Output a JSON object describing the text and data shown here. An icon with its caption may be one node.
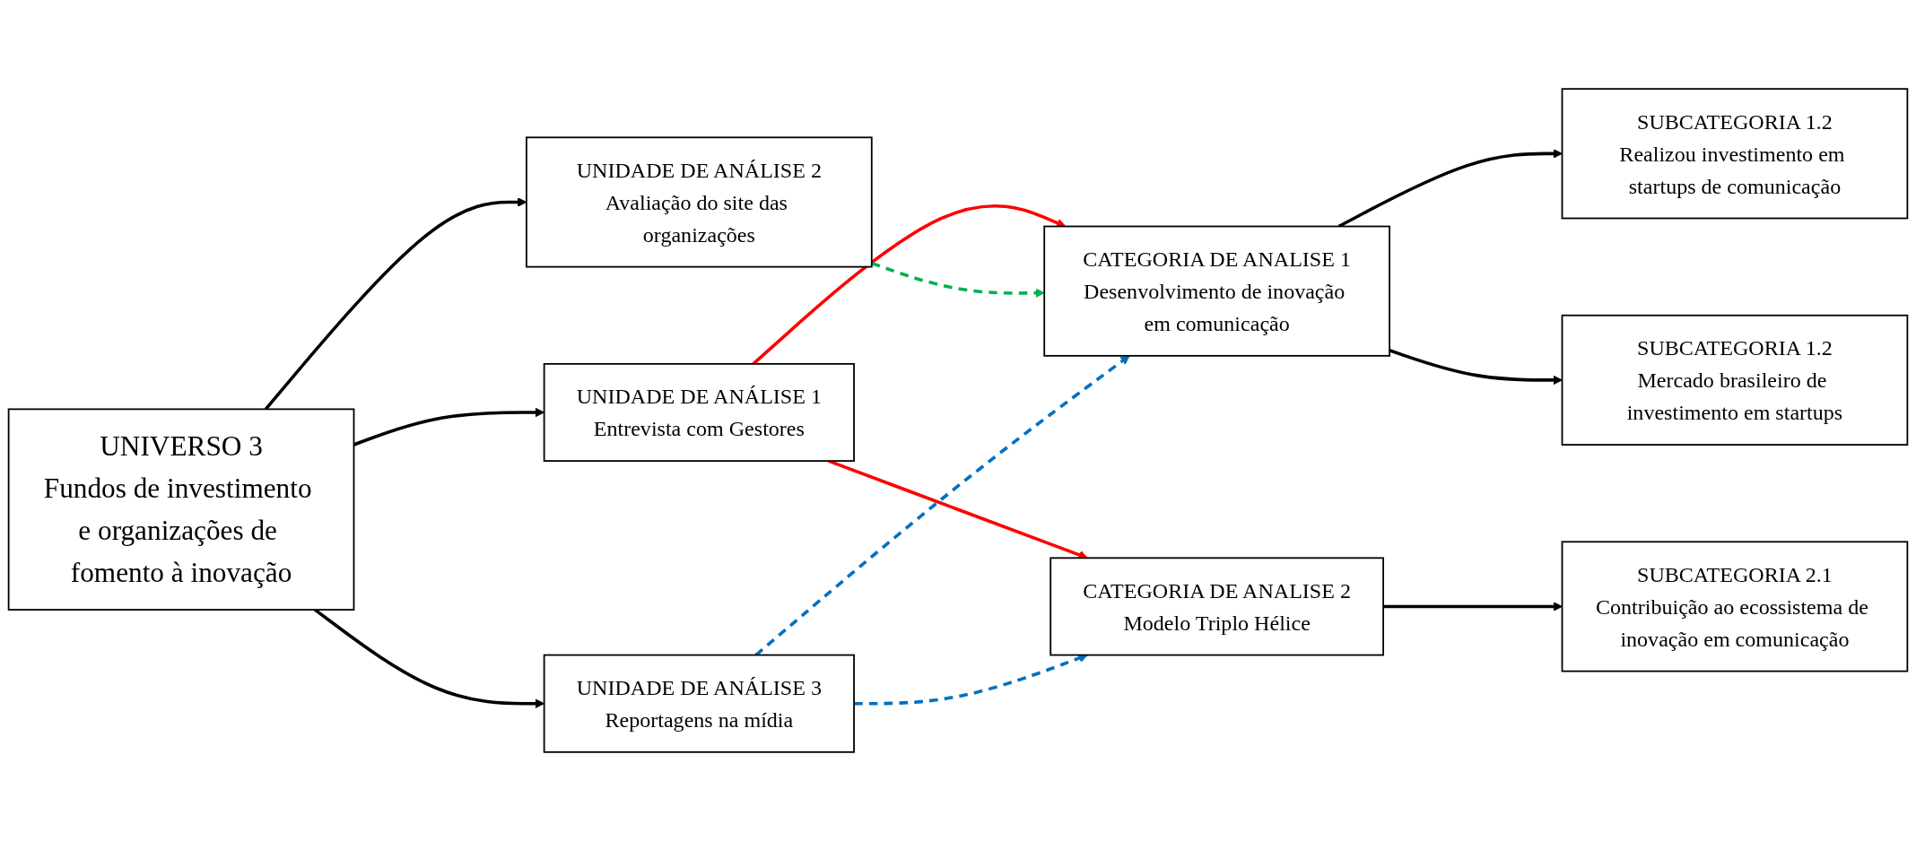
{
  "diagram": {
    "nodes": [
      {
        "text": [
          "UNIVERSO 3",
          "Fundos de investimento e organizações de fomento à inovação"
        ]
      },
      {
        "text": [
          "UNIDADE DE ANÁLISE 1",
          "Entrevista com Gestores"
        ]
      },
      {
        "text": [
          "UNIDADE DE ANÁLISE 2",
          "Avaliação do site das organizações"
        ]
      },
      {
        "text": [
          "UNIDADE DE ANÁLISE 3",
          "Reportagens na mídia"
        ]
      },
      {
        "text": [
          "CATEGORIA DE ANALISE 1",
          "Desenvolvimento de inovação em comunicação"
        ]
      },
      {
        "text": [
          "CATEGORIA DE ANALISE 2",
          "Modelo Triplo Hélice"
        ]
      },
      {
        "text": [
          "SUBCATEGORIA 1.2",
          "Realizou investimento em startups de comunicação"
        ]
      },
      {
        "text": [
          "SUBCATEGORIA 1.2",
          "Mercado brasileiro de investimento em startups"
        ]
      },
      {
        "text": [
          "SUBCATEGORIA 2.1",
          "Contribuição ao ecossistema de inovação em comunicação"
        ]
      }
    ],
    "edges": [
      {
        "from": 0,
        "to": 1,
        "arrow": "to"
      },
      {
        "from": 0,
        "to": 2,
        "arrow": "to"
      },
      {
        "from": 0,
        "to": 3,
        "arrow": "to"
      },
      {
        "from": 1,
        "to": 4,
        "arrow": "to",
        "color": "#ff0000"
      },
      {
        "from": 1,
        "to": 5,
        "arrow": "to",
        "color": "#ff0000"
      },
      {
        "from": 2,
        "to": 4,
        "arrow": "to",
        "style": "dashed",
        "color": "#00b050"
      },
      {
        "from": 3,
        "to": 4,
        "arrow": "to",
        "style": "dashed",
        "color": "#0070c0"
      },
      {
        "from": 3,
        "to": 5,
        "arrow": "to",
        "style": "dashed",
        "color": "#0070c0"
      },
      {
        "from": 4,
        "to": 6,
        "arrow": "to"
      },
      {
        "from": 4,
        "to": 7,
        "arrow": "to"
      },
      {
        "from": 5,
        "to": 8,
        "arrow": "to"
      }
    ]
  }
}
